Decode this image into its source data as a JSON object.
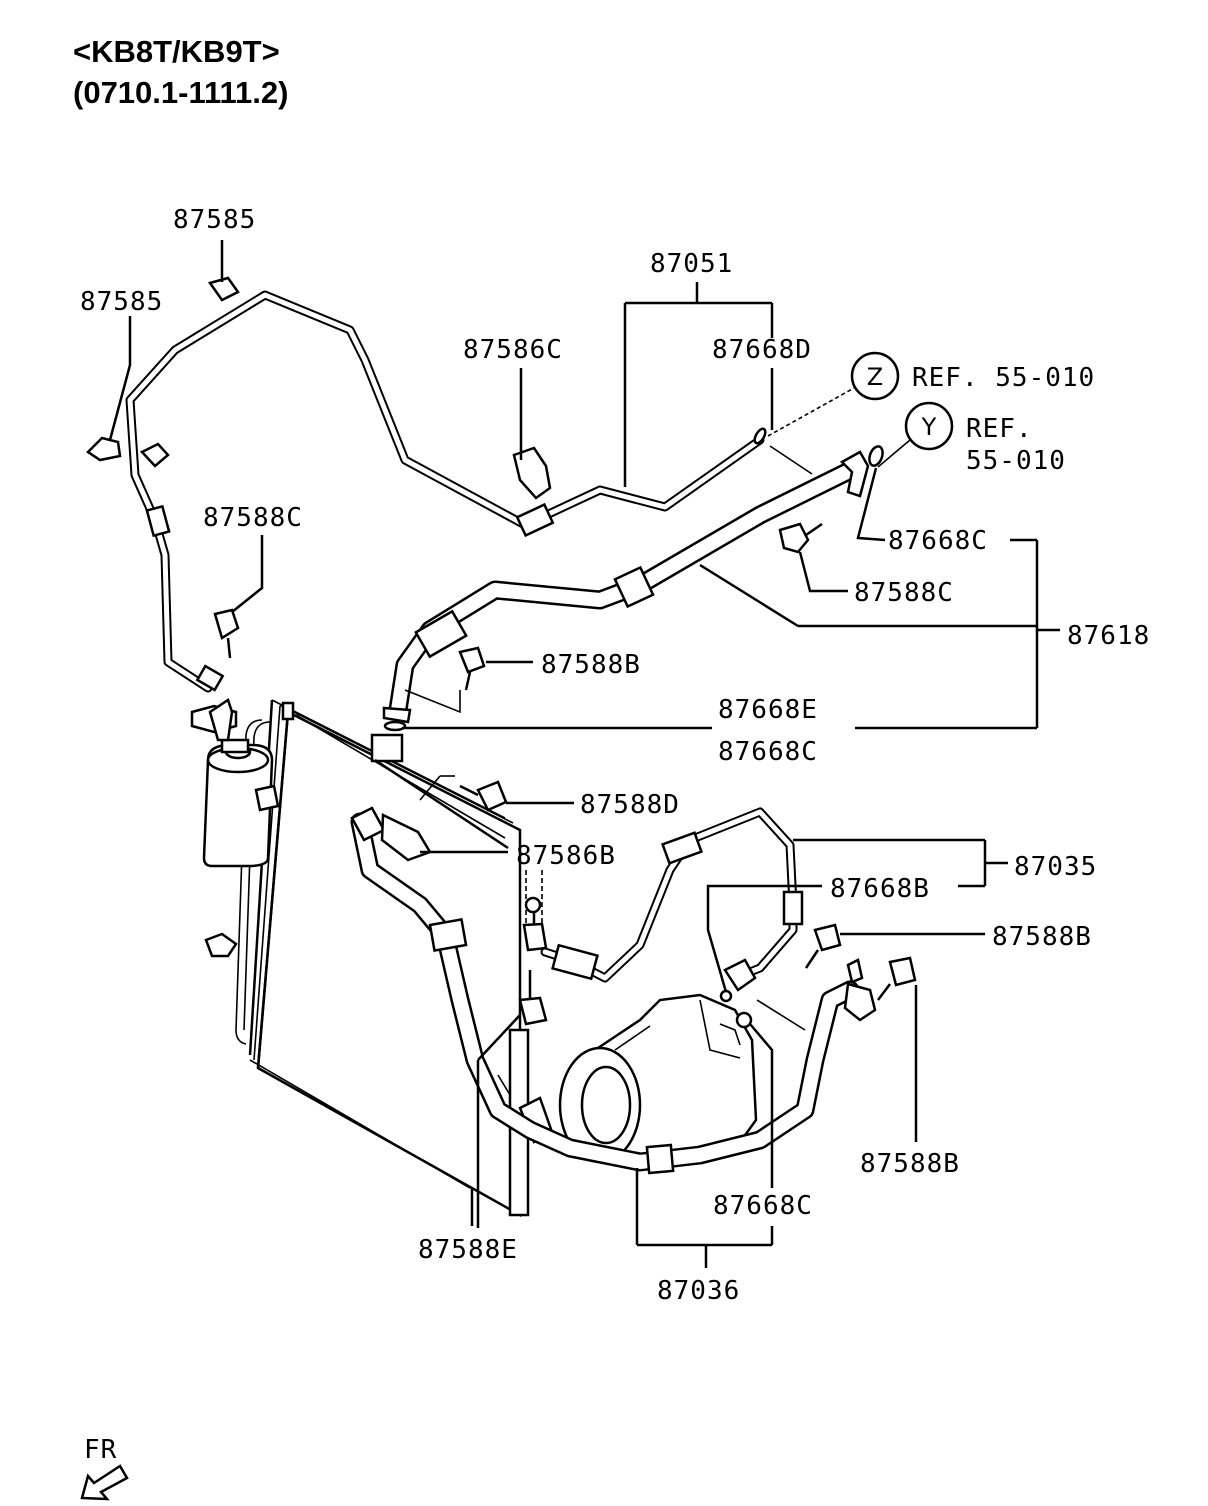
{
  "header": {
    "model_code": "<KB8T/KB9T>",
    "date_range": "(0710.1-1111.2)"
  },
  "callouts": {
    "p87585_top": "87585",
    "p87585_left": "87585",
    "p87051": "87051",
    "p87586C": "87586C",
    "p87668D": "87668D",
    "refZ": "REF. 55-010",
    "refY_line1": "REF.",
    "refY_line2": "55-010",
    "p87588C_left": "87588C",
    "p87668C_top": "87668C",
    "p87588C_right": "87588C",
    "p87618": "87618",
    "p87588B_mid": "87588B",
    "p87668E": "87668E",
    "p87668C_mid": "87668C",
    "p87588D": "87588D",
    "p87586B": "87586B",
    "p87035": "87035",
    "p87668B": "87668B",
    "p87588B_right": "87588B",
    "p87588B_low": "87588B",
    "p87668C_low": "87668C",
    "p87588E": "87588E",
    "p87036": "87036"
  },
  "ref_markers": {
    "z": "Z",
    "y": "Y"
  },
  "direction_indicator": {
    "label": "FR"
  }
}
